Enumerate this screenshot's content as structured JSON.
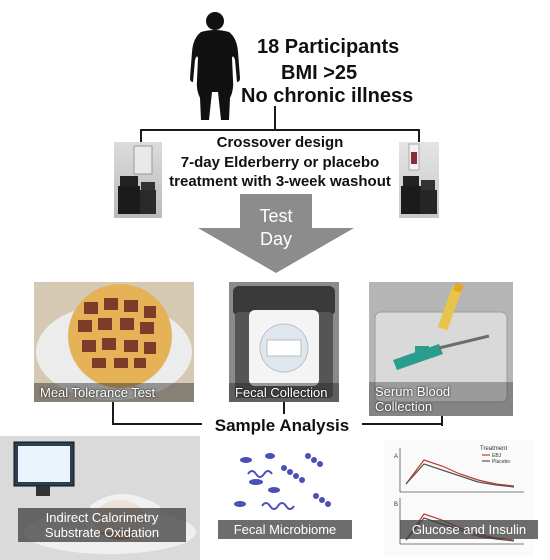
{
  "header": {
    "participants": "18 Participants",
    "bmi": "BMI >25",
    "health": "No chronic illness"
  },
  "design": {
    "line1": "Crossover design",
    "line2": "7-day Elderberry or placebo",
    "line3": "treatment with 3-week washout"
  },
  "test_day": {
    "line1": "Test",
    "line2": "Day"
  },
  "photos": {
    "meal": "Meal Tolerance Test",
    "fecal": "Fecal Collection",
    "serum": "Serum Blood Collection"
  },
  "sample_analysis": "Sample Analysis",
  "outputs": {
    "calorimetry": "Indirect Calorimetry Substrate Oxidation",
    "microbiome": "Fecal Microbiome",
    "glucose": "Glucose and Insulin"
  },
  "mini_chart": {
    "legend_title": "Treatment",
    "legend_items": [
      "EBJ",
      "Placebo"
    ],
    "panel_a": "A",
    "panel_b": "B"
  },
  "colors": {
    "arrow": "#8c8c8c",
    "series_1": "#c0392b",
    "series_2": "#555555"
  }
}
